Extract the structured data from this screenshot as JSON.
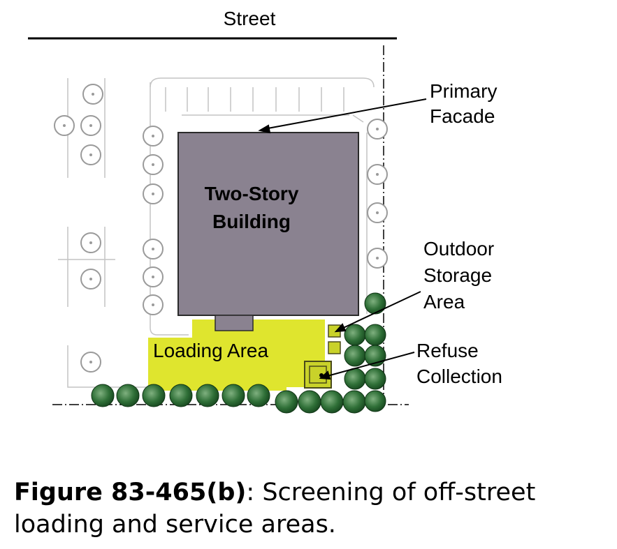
{
  "labels": {
    "street": "Street",
    "primary_facade_1": "Primary",
    "primary_facade_2": "Facade",
    "building_1": "Two-Story",
    "building_2": "Building",
    "storage_1": "Outdoor",
    "storage_2": "Storage",
    "storage_3": "Area",
    "loading": "Loading Area",
    "refuse_1": "Refuse",
    "refuse_2": "Collection"
  },
  "caption": {
    "figure": "Figure 83-465(b)",
    "text": ": Screening of off-street loading and service areas."
  },
  "colors": {
    "building": "#8a8290",
    "loading": "#dfe52e",
    "tree": "#2e6b34",
    "lines": "#c4c4c4"
  }
}
